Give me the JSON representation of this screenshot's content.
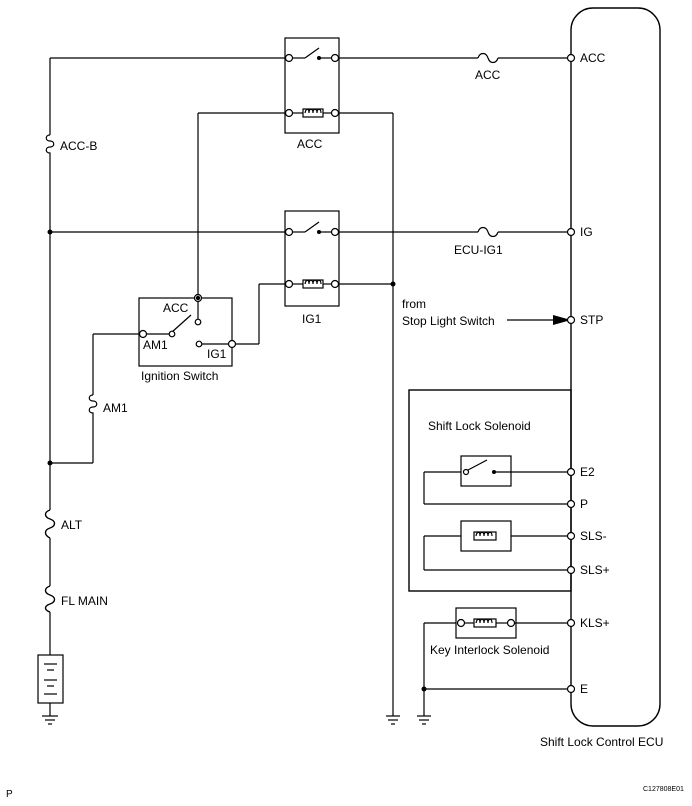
{
  "labels": {
    "acc_b": "ACC-B",
    "acc_relay": "ACC",
    "acc_fuse": "ACC",
    "acc_pin": "ACC",
    "ig1_relay": "IG1",
    "ecu_ig1_fuse": "ECU-IG1",
    "ig_pin": "IG",
    "from": "from",
    "stop_light_switch": "Stop Light Switch",
    "stp_pin": "STP",
    "ignition_switch": "Ignition Switch",
    "sw_acc": "ACC",
    "sw_am1": "AM1",
    "sw_ig1": "IG1",
    "am1_fuse": "AM1",
    "alt_fuse": "ALT",
    "fl_main_fuse": "FL MAIN",
    "shift_lock_solenoid": "Shift Lock Solenoid",
    "e2_pin": "E2",
    "p_pin": "P",
    "sls_minus_pin": "SLS-",
    "sls_plus_pin": "SLS+",
    "kls_plus_pin": "KLS+",
    "key_interlock_solenoid": "Key Interlock Solenoid",
    "e_pin": "E",
    "ecu": "Shift Lock Control ECU",
    "page_letter": "P",
    "figure_code": "C127808E01"
  }
}
